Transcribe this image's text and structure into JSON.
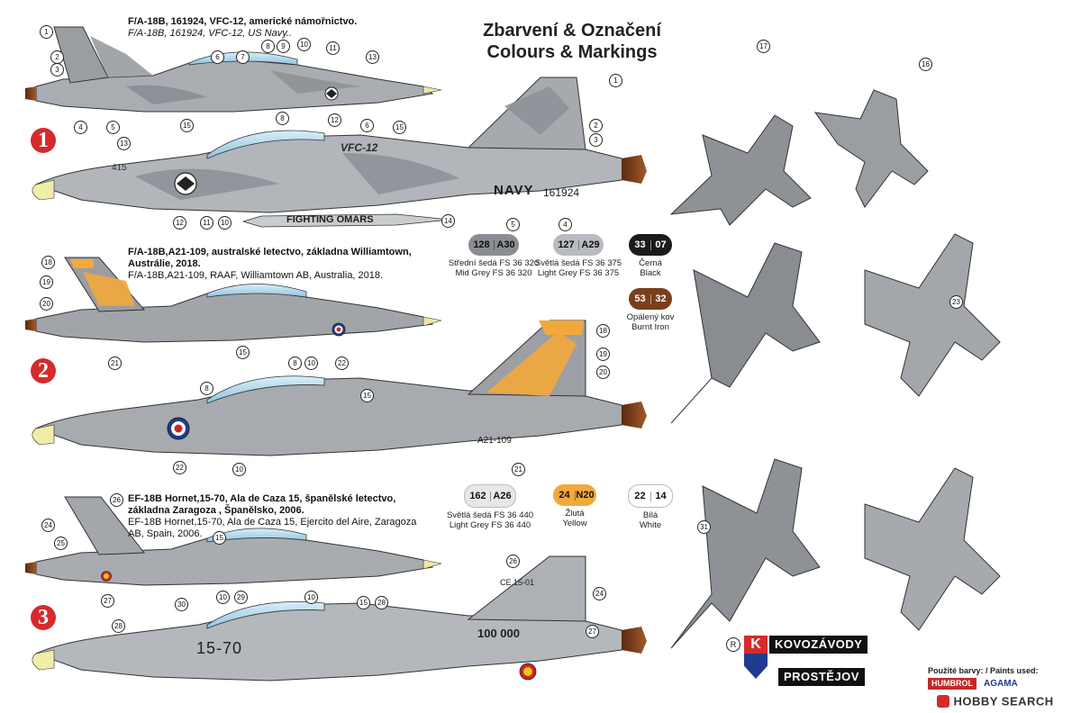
{
  "title": {
    "cz": "Zbarvení & Označení",
    "en": "Colours & Markings"
  },
  "schemes": [
    {
      "number": "1",
      "cz": "F/A-18B, 161924, VFC-12, americké námořnictvo.",
      "en": "F/A-18B, 161924, VFC-12, US Navy..",
      "tail_label": "VFC-12",
      "serial": "161924",
      "side_text": "NAVY",
      "nose_code": "415",
      "tank_text": "FIGHTING OMARS"
    },
    {
      "number": "2",
      "cz": "F/A-18B,A21-109, australské letectvo, základna Williamtown, Austrálie, 2018.",
      "en": "F/A-18B,A21-109, RAAF, Williamtown AB, Australia, 2018.",
      "serial": "A21-109"
    },
    {
      "number": "3",
      "cz": "EF-18B Hornet,15-70, Ala de Caza 15, španělské letectvo, základna Zaragoza , Španělsko, 2006.",
      "en": "EF-18B Hornet,15-70, Ala de Caza 15, Ejercito del Aire, Zaragoza AB, Spain, 2006.",
      "serial": "15-70",
      "tail_code": "CE.15-01",
      "tail_badge": "100 000"
    }
  ],
  "paints": [
    {
      "codes": [
        "128",
        "A30"
      ],
      "cz": "Střední šedá FS 36 320",
      "en": "Mid Grey FS 36 320",
      "color": "#8a8d92"
    },
    {
      "codes": [
        "127",
        "A29"
      ],
      "cz": "Světlá šedá FS 36 375",
      "en": "Light Grey FS 36 375",
      "color": "#b8bbbf"
    },
    {
      "codes": [
        "33",
        "07"
      ],
      "cz": "Černá",
      "en": "Black",
      "color": "#1b1b1b"
    },
    {
      "codes": [
        "53",
        "32"
      ],
      "cz": "Opálený kov",
      "en": "Burnt Iron",
      "color": "#7a3e1c"
    },
    {
      "codes": [
        "162",
        "A26"
      ],
      "cz": "Světlá šedá FS 36 440",
      "en": "Light Grey FS 36 440",
      "color": "#e6e7e8"
    },
    {
      "codes": [
        "24",
        "N20"
      ],
      "cz": "Žlutá",
      "en": "Yellow",
      "color": "#f2a93b"
    },
    {
      "codes": [
        "22",
        "14"
      ],
      "cz": "Bílá",
      "en": "White",
      "color": "#ffffff"
    }
  ],
  "callouts": {
    "a1": [
      "1",
      "2",
      "3",
      "4",
      "5",
      "6",
      "7",
      "8",
      "9",
      "10",
      "11",
      "12",
      "13",
      "15"
    ],
    "a2": [
      "1",
      "2",
      "3",
      "4",
      "5",
      "6",
      "8",
      "10",
      "11",
      "12",
      "13",
      "14",
      "15"
    ],
    "a3": [
      "18",
      "19",
      "20",
      "21",
      "8",
      "10",
      "15",
      "22"
    ],
    "a4": [
      "18",
      "19",
      "20",
      "21",
      "8",
      "10",
      "15",
      "22"
    ],
    "a5": [
      "24",
      "25",
      "26",
      "27",
      "10",
      "15",
      "28"
    ],
    "a6": [
      "10",
      "15",
      "24",
      "26",
      "27",
      "28",
      "29",
      "30"
    ],
    "top_views": [
      "16",
      "17",
      "23",
      "31"
    ]
  },
  "footer": {
    "paints_used": "Použité barvy: / Paints used:",
    "brand1": "HUMBROL",
    "brand2": "AGAMA",
    "watermark": "HOBBY SEARCH",
    "maker_top": "KOVOZÁVODY",
    "maker_bottom": "PROSTĚJOV",
    "maker_mark": "K",
    "registered": "R"
  }
}
